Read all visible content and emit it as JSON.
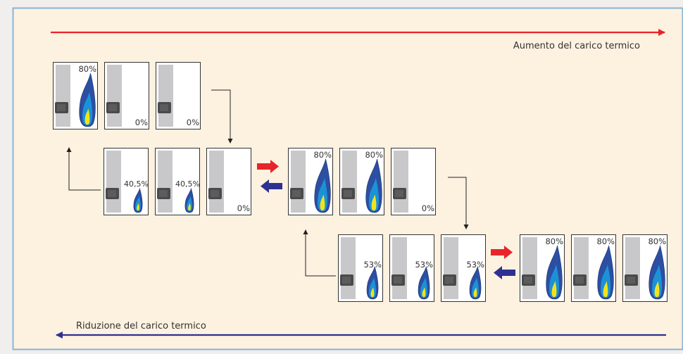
{
  "labels": {
    "increase": "Aumento del carico termico",
    "decrease": "Riduzione del carico termico"
  },
  "colors": {
    "background": "#fdf1e0",
    "frame": "#8ab4d4",
    "increase_arrow": "#e8242b",
    "decrease_arrow": "#2e3192",
    "boiler_stripe": "#c8c8ca",
    "burner_block": "#4a4a4a",
    "flame_outer": "#2c4fa3",
    "flame_mid": "#1b92d6",
    "flame_core": "#f4e21c"
  },
  "rows": [
    {
      "name": "row-1",
      "boilers": [
        {
          "load": "80%",
          "flame": "large"
        },
        {
          "load": "0%",
          "flame": "none"
        },
        {
          "load": "0%",
          "flame": "none"
        }
      ]
    },
    {
      "name": "row-2-left",
      "boilers": [
        {
          "load": "40,5%",
          "flame": "small"
        },
        {
          "load": "40,5%",
          "flame": "small"
        },
        {
          "load": "0%",
          "flame": "none"
        }
      ]
    },
    {
      "name": "row-2-right",
      "boilers": [
        {
          "load": "80%",
          "flame": "large"
        },
        {
          "load": "80%",
          "flame": "large"
        },
        {
          "load": "0%",
          "flame": "none"
        }
      ]
    },
    {
      "name": "row-3-left",
      "boilers": [
        {
          "load": "53%",
          "flame": "medium"
        },
        {
          "load": "53%",
          "flame": "medium"
        },
        {
          "load": "53%",
          "flame": "medium"
        }
      ]
    },
    {
      "name": "row-3-right",
      "boilers": [
        {
          "load": "80%",
          "flame": "large"
        },
        {
          "load": "80%",
          "flame": "large"
        },
        {
          "load": "80%",
          "flame": "large"
        }
      ]
    }
  ]
}
